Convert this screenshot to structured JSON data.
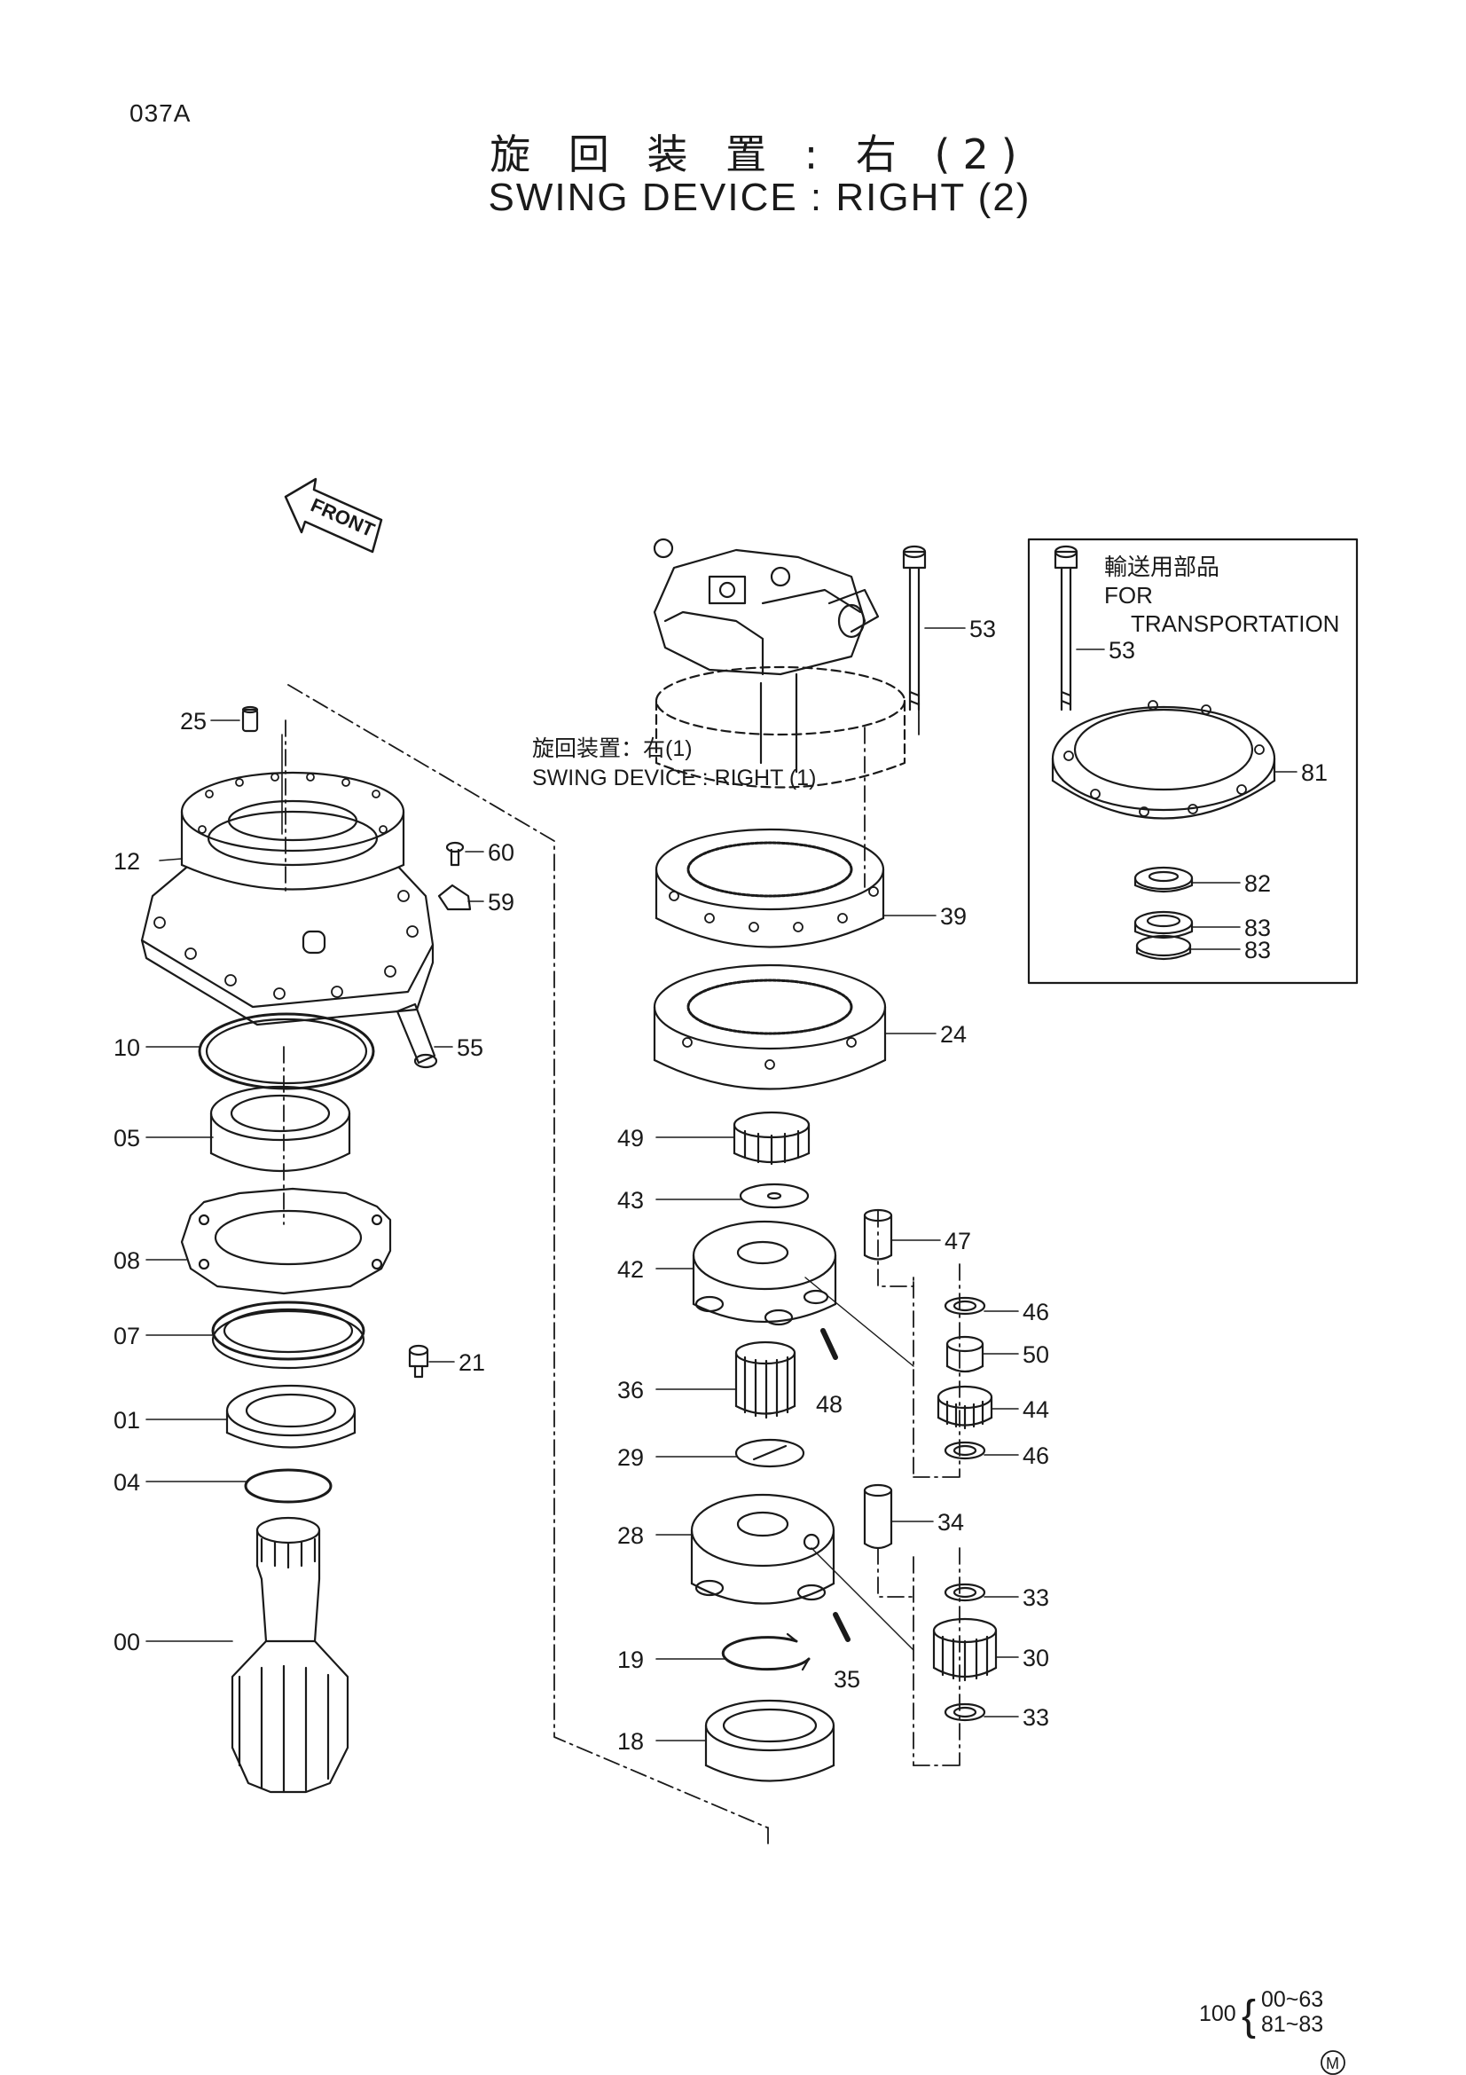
{
  "page_code": "037A",
  "title_jp": "旋 回 装 置 : 右 (2)",
  "title_en": "SWING  DEVICE  :  RIGHT  (2)",
  "front_label": "FRONT",
  "subassembly": {
    "jp": "旋回装置：右(1)",
    "en": "SWING  DEVICE : RIGHT (1)"
  },
  "transport_box": {
    "jp": "輸送用部品",
    "en_line1": "FOR",
    "en_line2": "TRANSPORTATION"
  },
  "callouts": [
    {
      "id": "c25",
      "label": "25"
    },
    {
      "id": "c12",
      "label": "12"
    },
    {
      "id": "c60",
      "label": "60"
    },
    {
      "id": "c59",
      "label": "59"
    },
    {
      "id": "c10",
      "label": "10"
    },
    {
      "id": "c55",
      "label": "55"
    },
    {
      "id": "c05",
      "label": "05"
    },
    {
      "id": "c08",
      "label": "08"
    },
    {
      "id": "c07",
      "label": "07"
    },
    {
      "id": "c21",
      "label": "21"
    },
    {
      "id": "c01",
      "label": "01"
    },
    {
      "id": "c04",
      "label": "04"
    },
    {
      "id": "c00",
      "label": "00"
    },
    {
      "id": "c53",
      "label": "53"
    },
    {
      "id": "c39",
      "label": "39"
    },
    {
      "id": "c24",
      "label": "24"
    },
    {
      "id": "c49",
      "label": "49"
    },
    {
      "id": "c43",
      "label": "43"
    },
    {
      "id": "c47",
      "label": "47"
    },
    {
      "id": "c42",
      "label": "42"
    },
    {
      "id": "c46a",
      "label": "46"
    },
    {
      "id": "c50",
      "label": "50"
    },
    {
      "id": "c44",
      "label": "44"
    },
    {
      "id": "c46b",
      "label": "46"
    },
    {
      "id": "c36",
      "label": "36"
    },
    {
      "id": "c48",
      "label": "48"
    },
    {
      "id": "c29",
      "label": "29"
    },
    {
      "id": "c34",
      "label": "34"
    },
    {
      "id": "c28",
      "label": "28"
    },
    {
      "id": "c33a",
      "label": "33"
    },
    {
      "id": "c30",
      "label": "30"
    },
    {
      "id": "c33b",
      "label": "33"
    },
    {
      "id": "c19",
      "label": "19"
    },
    {
      "id": "c35",
      "label": "35"
    },
    {
      "id": "c18",
      "label": "18"
    },
    {
      "id": "c53t",
      "label": "53"
    },
    {
      "id": "c81",
      "label": "81"
    },
    {
      "id": "c82",
      "label": "82"
    },
    {
      "id": "c83a",
      "label": "83"
    },
    {
      "id": "c83b",
      "label": "83"
    }
  ],
  "footer": {
    "prefix": "100",
    "range1": "00~63",
    "range2": "81~83",
    "mark": "M"
  }
}
